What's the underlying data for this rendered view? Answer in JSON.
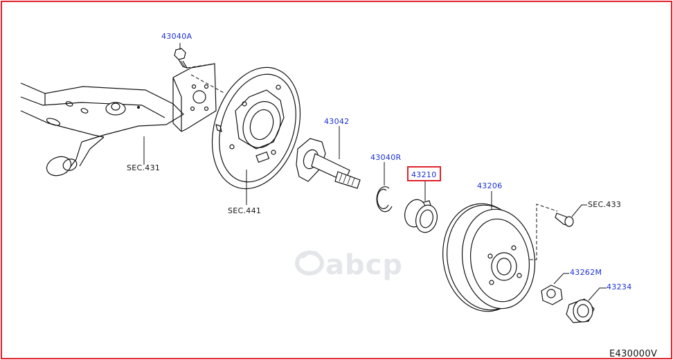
{
  "diagram_id": "E430000V",
  "watermark": "abcp",
  "accent_color": "#e0202a",
  "label_color": "#1a2fd6",
  "highlighted_part": "43210",
  "labels": {
    "p43040A": "43040A",
    "sec431": "SEC.431",
    "sec441": "SEC.441",
    "p43042": "43042",
    "p43040R": "43040R",
    "p43210": "43210",
    "p43206": "43206",
    "sec433": "SEC.433",
    "p43262M": "43262M",
    "p43234": "43234"
  }
}
